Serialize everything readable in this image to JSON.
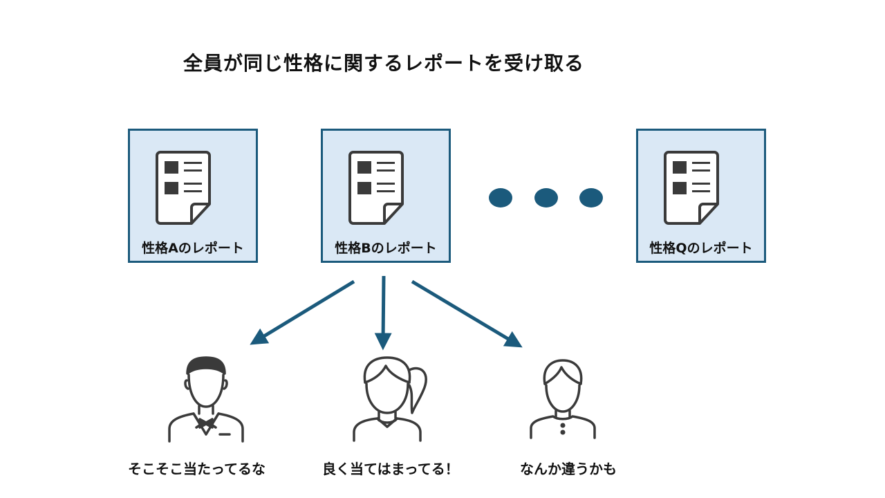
{
  "title": "全員が同じ性格に関するレポートを受け取る",
  "reports": [
    {
      "label": "性格Aのレポート"
    },
    {
      "label": "性格Bのレポート"
    },
    {
      "label": "性格Qのレポート"
    }
  ],
  "people": [
    {
      "icon": "businessman-icon",
      "comment": "そこそこ当たってるな"
    },
    {
      "icon": "woman-ponytail-icon",
      "comment": "良く当てはまってる！"
    },
    {
      "icon": "man-icon",
      "comment": "なんか違うかも"
    }
  ],
  "colors": {
    "card_fill": "#dae8f5",
    "accent": "#1b5a7c",
    "icon_stroke": "#3a3a3a"
  }
}
